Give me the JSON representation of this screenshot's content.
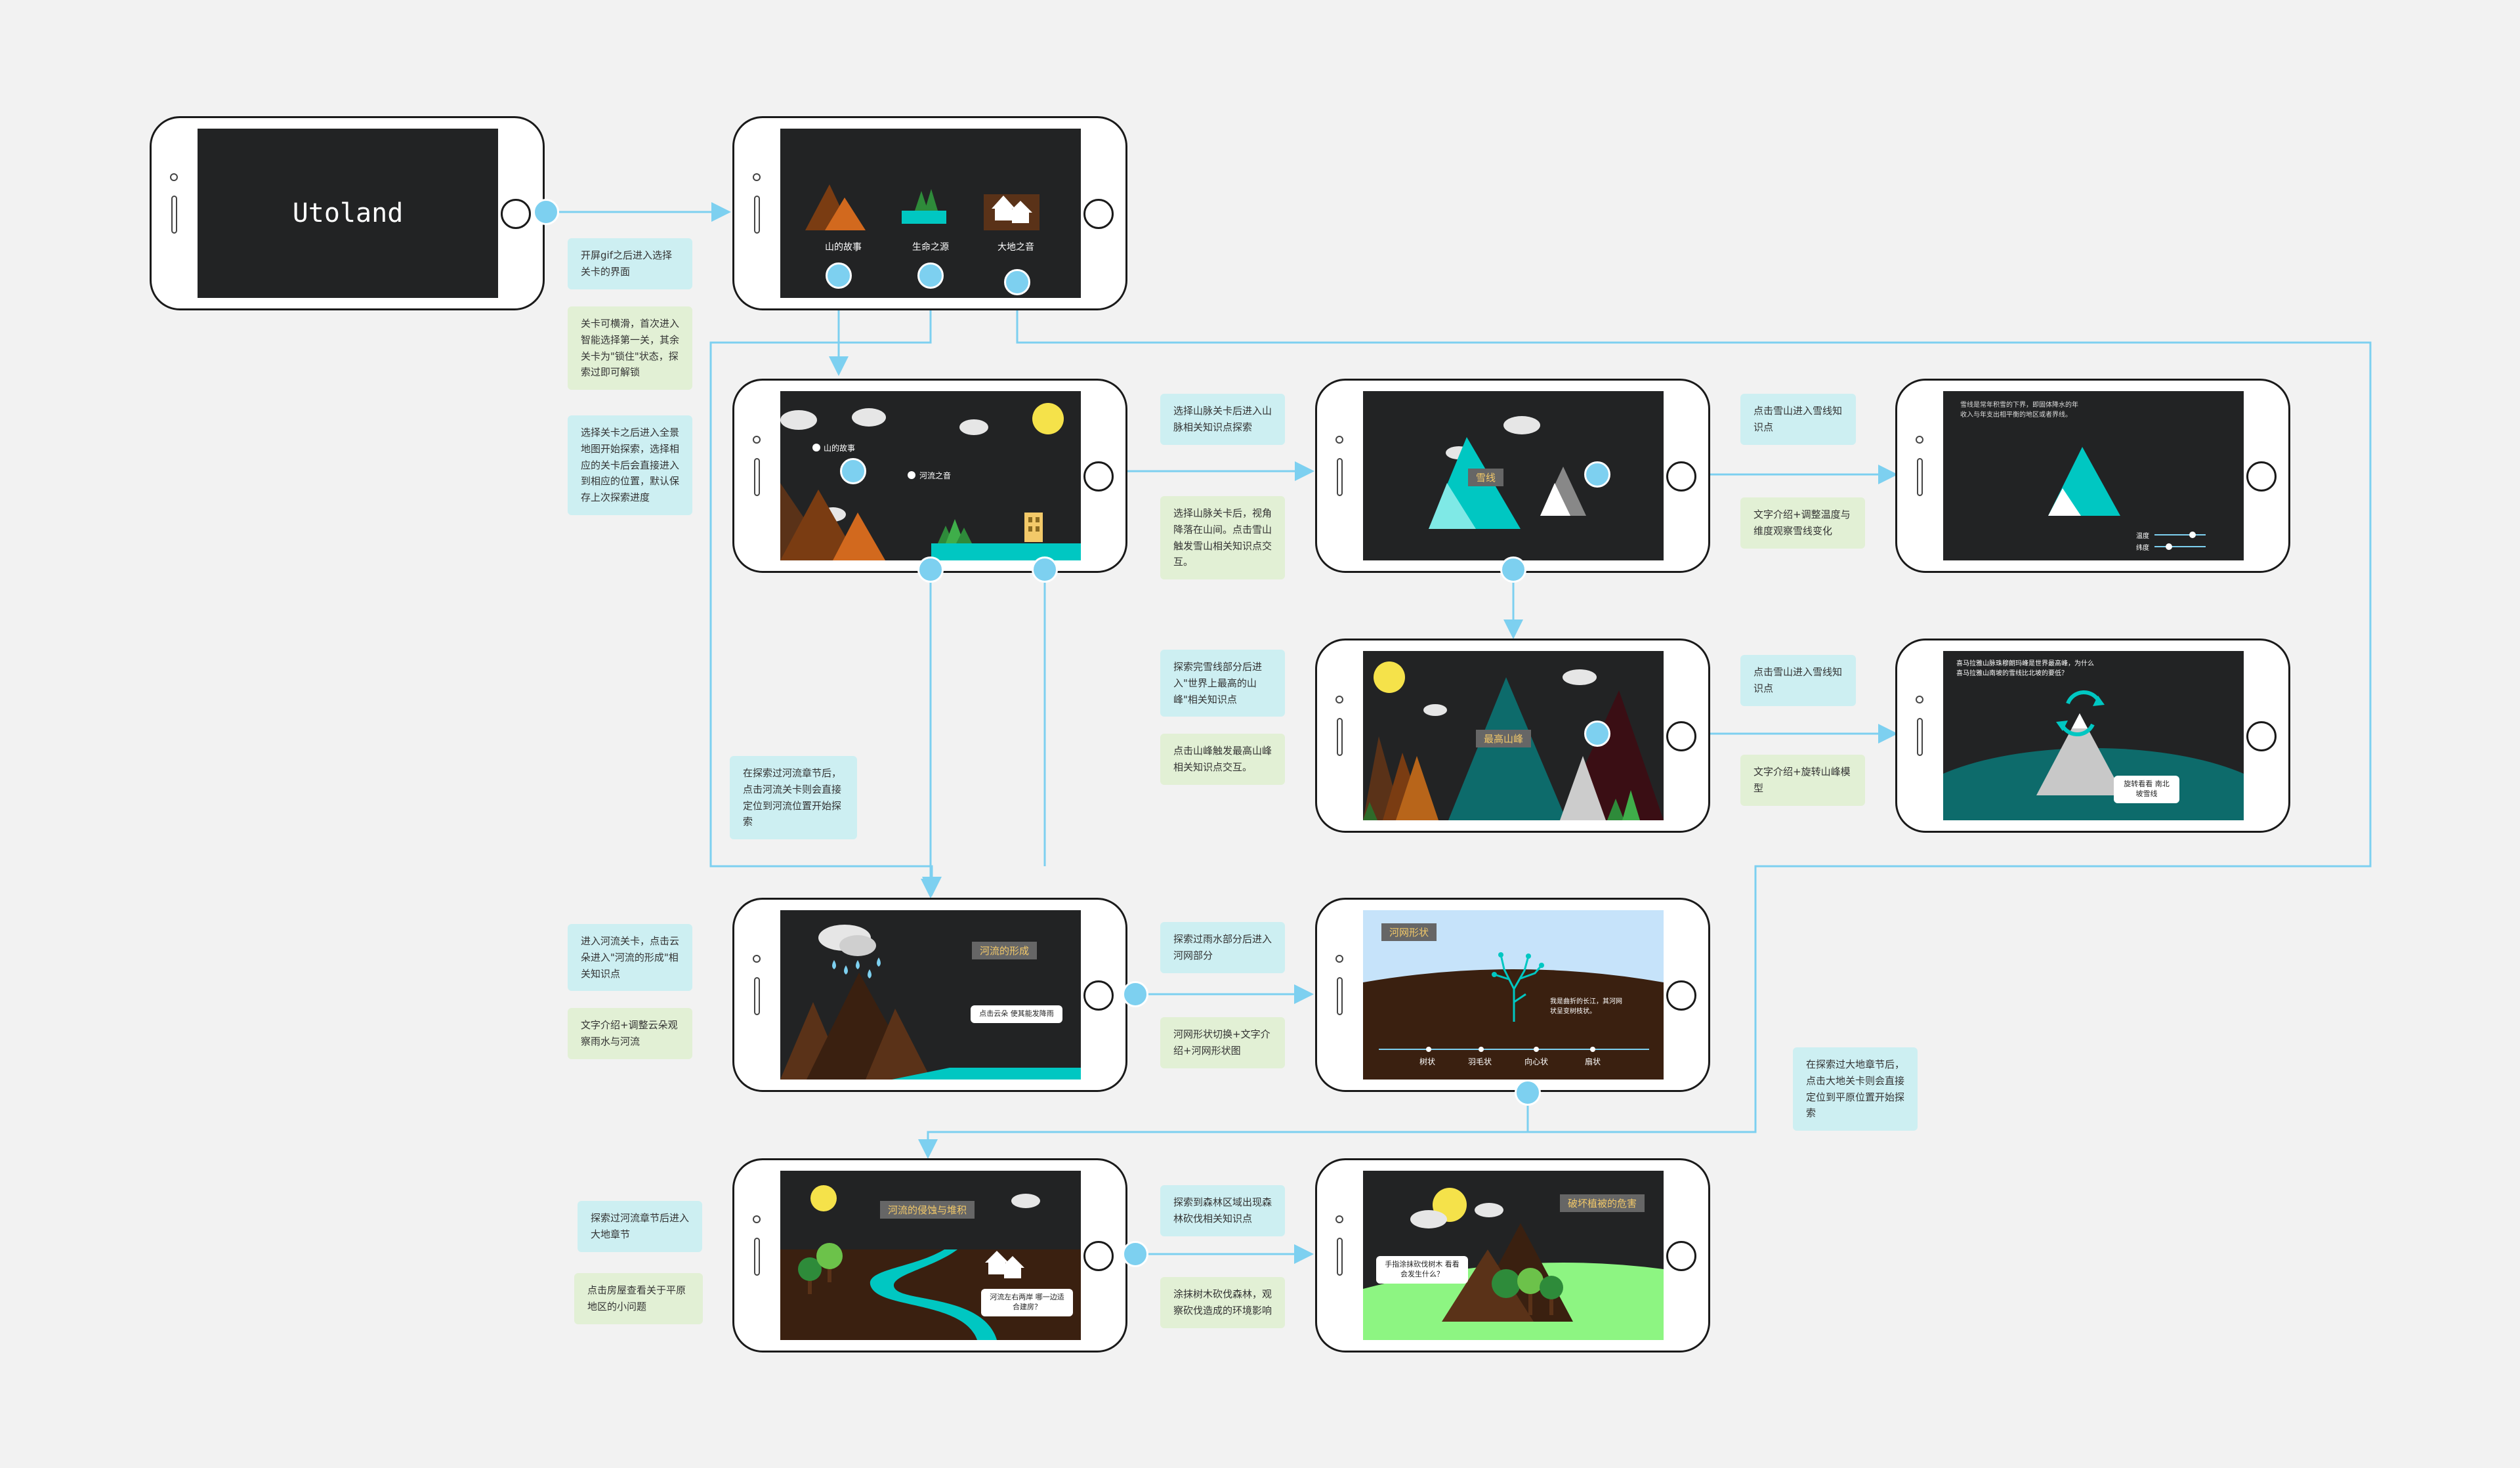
{
  "app_title": "Utoland",
  "level_select": {
    "levels": [
      "山的故事",
      "生命之源",
      "大地之音"
    ]
  },
  "screens": {
    "mountain_map": {
      "label_mountain": "山的故事",
      "label_river": "河流之音"
    },
    "snowline": {
      "tag": "雪线"
    },
    "snowline_detail": {
      "text": "雪线是常年积雪的下界，即固体降水的年收入与年支出相平衡的地区或者界线。",
      "slider_temp": "温度",
      "slider_lat": "纬度"
    },
    "highest_peak": {
      "tag": "最高山峰"
    },
    "peak_detail": {
      "text": "喜马拉雅山脉珠穆朗玛峰是世界最高峰，为什么喜马拉雅山南坡的雪线比北坡的要低？",
      "button": "旋转看看 南北坡雪线"
    },
    "river_formation": {
      "tag": "河流的形成",
      "bubble": "点击云朵 使其能发降雨"
    },
    "river_network": {
      "tag": "河网形状",
      "text": "我是曲折的长江，其河网状呈变树枝状。",
      "types": [
        "树状",
        "羽毛状",
        "向心状",
        "扇状"
      ]
    },
    "river_erosion": {
      "tag": "河流的侵蚀与堆积",
      "bubble": "河流左右两岸 哪一边适合建房？"
    },
    "deforestation": {
      "tag": "破坏植被的危害",
      "bubble": "手指涂抹砍伐树木 看看会发生什么？"
    }
  },
  "notes": {
    "n1": "开屏gif之后进入选择关卡的界面",
    "n2": "关卡可横滑，首次进入智能选择第一关，其余关卡为\"锁住\"状态，探索过即可解锁",
    "n3": "选择关卡之后进入全景地图开始探索，选择相应的关卡后会直接进入到相应的位置，默认保存上次探索进度",
    "n4": "选择山脉关卡后进入山脉相关知识点探索",
    "n5": "选择山脉关卡后，视角降落在山间。点击雪山触发雪山相关知识点交互。",
    "n6": "点击雪山进入雪线知识点",
    "n7": "文字介绍+调整温度与维度观察雪线变化",
    "n8": "探索完雪线部分后进入\"世界上最高的山峰\"相关知识点",
    "n9": "点击山峰触发最高山峰相关知识点交互。",
    "n10": "点击雪山进入雪线知识点",
    "n11": "文字介绍+旋转山峰模型",
    "n12": "在探索过河流章节后，点击河流关卡则会直接定位到河流位置开始探索",
    "n13": "进入河流关卡，点击云朵进入\"河流的形成\"相关知识点",
    "n14": "文字介绍+调整云朵观察雨水与河流",
    "n15": "探索过雨水部分后进入河网部分",
    "n16": "河网形状切换+文字介绍+河网形状图",
    "n17": "在探索过大地章节后，点击大地关卡则会直接定位到平原位置开始探索",
    "n18": "探索过河流章节后进入大地章节",
    "n19": "点击房屋查看关于平原地区的小问题",
    "n20": "探索到森林区域出现森林砍伐相关知识点",
    "n21": "涂抹树木砍伐森林，观察砍伐造成的环境影响"
  },
  "colors": {
    "connector": "#7dd0f0",
    "screen_bg": "#222324",
    "teal": "#00c7c2",
    "note_blue": "#cdeff2",
    "note_green": "#e2f0d5"
  }
}
